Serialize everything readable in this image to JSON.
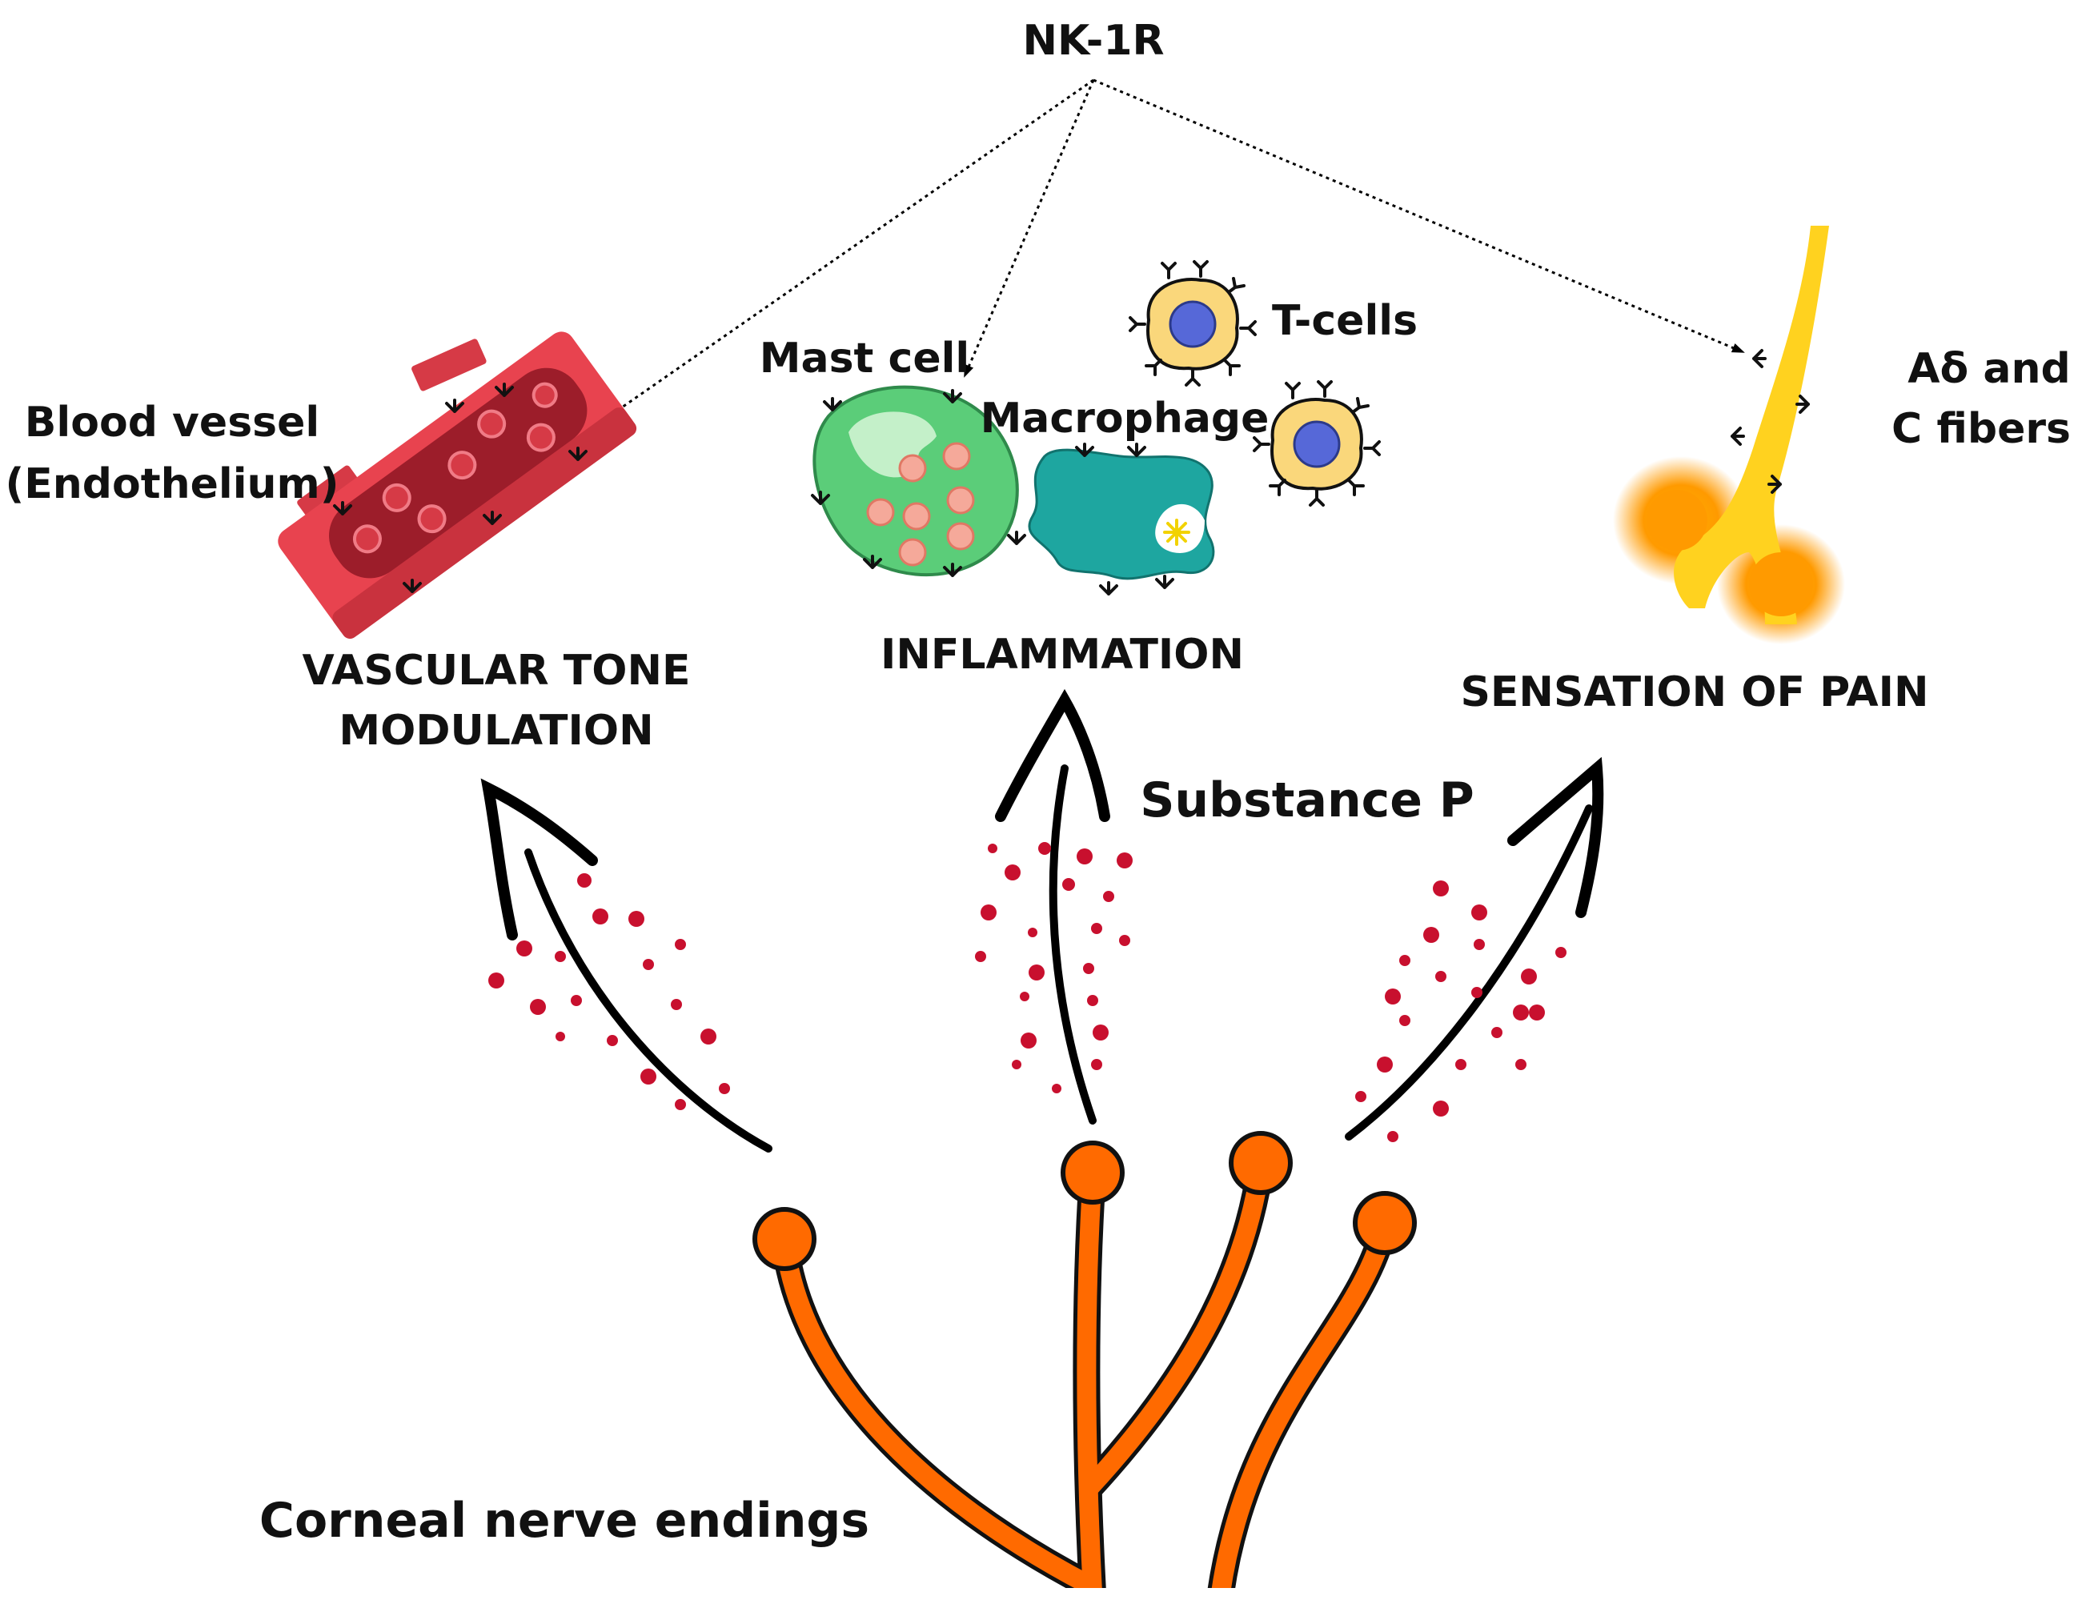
{
  "diagram": {
    "receptor": "NK-1R",
    "targets": {
      "vessel": {
        "label_line1": "Blood vessel",
        "label_line2": "(Endothelium)",
        "effect_line1": "VASCULAR TONE",
        "effect_line2": "MODULATION"
      },
      "immune": {
        "mast_cell": "Mast cell",
        "macrophage": "Macrophage",
        "t_cells": "T-cells",
        "effect": "INFLAMMATION"
      },
      "nerve": {
        "label_line1": "Aδ and",
        "label_line2": "C fibers",
        "effect": "SENSATION OF PAIN"
      }
    },
    "mediator": "Substance P",
    "source": "Corneal nerve endings"
  },
  "colors": {
    "nerve_orange": "#ff6a00",
    "vessel_red": "#e8434f",
    "vessel_dark": "#9c1d2a",
    "mast_green": "#5bcd79",
    "macrophage_teal": "#1ea6a0",
    "tcell_yellow": "#fad77b",
    "tcell_nucleus": "#5668d8",
    "fiber_yellow": "#ffd21f",
    "substance_p_dot": "#c8102e"
  }
}
